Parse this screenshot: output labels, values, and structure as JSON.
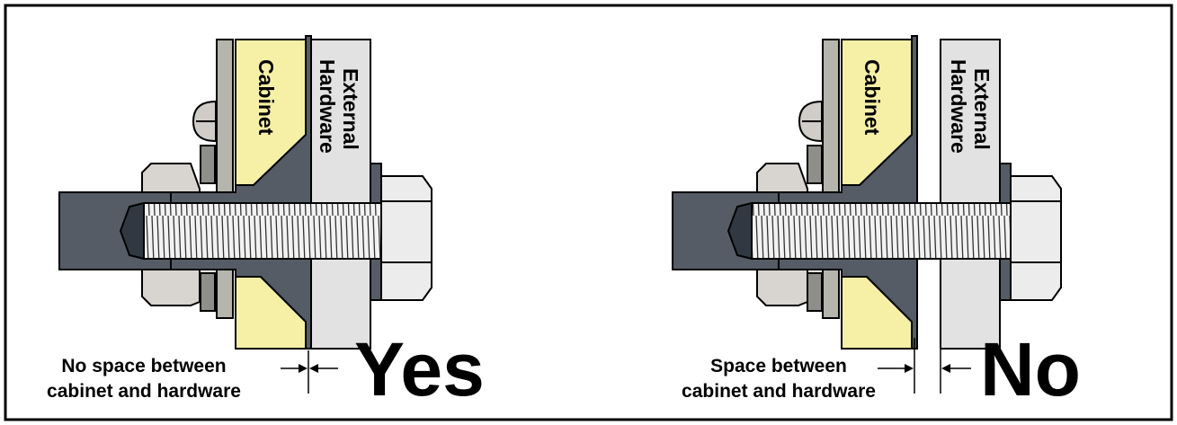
{
  "colors": {
    "cabinet": "#f5f0a6",
    "hardware": "#e2e2e2",
    "flange": "#555c66",
    "plate": "#b5b5ad",
    "nut": "#d8d4d0",
    "thread": "#f0f0f0",
    "dark": "#303942"
  },
  "left": {
    "cabinet_label": "Cabinet",
    "hardware_label_1": "External",
    "hardware_label_2": "Hardware",
    "caption_line1": "No space between",
    "caption_line2": "cabinet and hardware",
    "verdict": "Yes"
  },
  "right": {
    "cabinet_label": "Cabinet",
    "hardware_label_1": "External",
    "hardware_label_2": "Hardware",
    "caption_line1": "Space between",
    "caption_line2": "cabinet and hardware",
    "verdict": "No"
  }
}
